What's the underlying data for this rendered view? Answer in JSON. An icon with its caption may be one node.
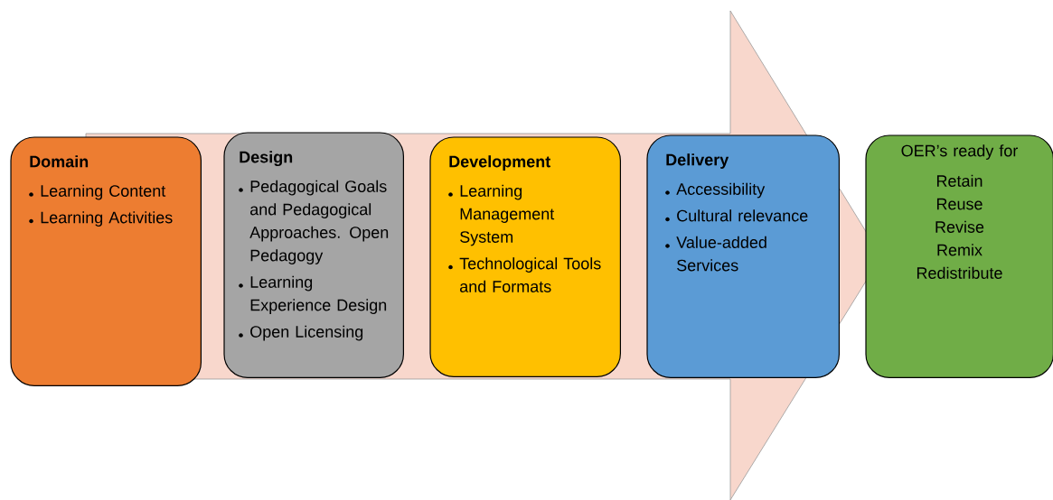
{
  "diagram": {
    "nodes": [
      {
        "text": [
          "Domain",
          "Learning Content",
          "Learning Activities"
        ]
      },
      {
        "text": [
          "Design",
          "Pedagogical Goals and Pedagogical Approaches. Open Pedagogy",
          "Learning Experience Design",
          "Open Licensing"
        ]
      },
      {
        "text": [
          "Development",
          "Learning Management System",
          "Technological Tools and Formats"
        ]
      },
      {
        "text": [
          "Delivery",
          "Accessibility",
          "Cultural relevance",
          "Value-added Services"
        ]
      },
      {
        "text": [
          "OER’s ready for",
          "Retain",
          "Reuse",
          "Revise",
          "Remix",
          "Redistribute"
        ]
      }
    ],
    "edges": [
      {
        "from": 0,
        "to": 4,
        "arrow": "to"
      }
    ]
  }
}
